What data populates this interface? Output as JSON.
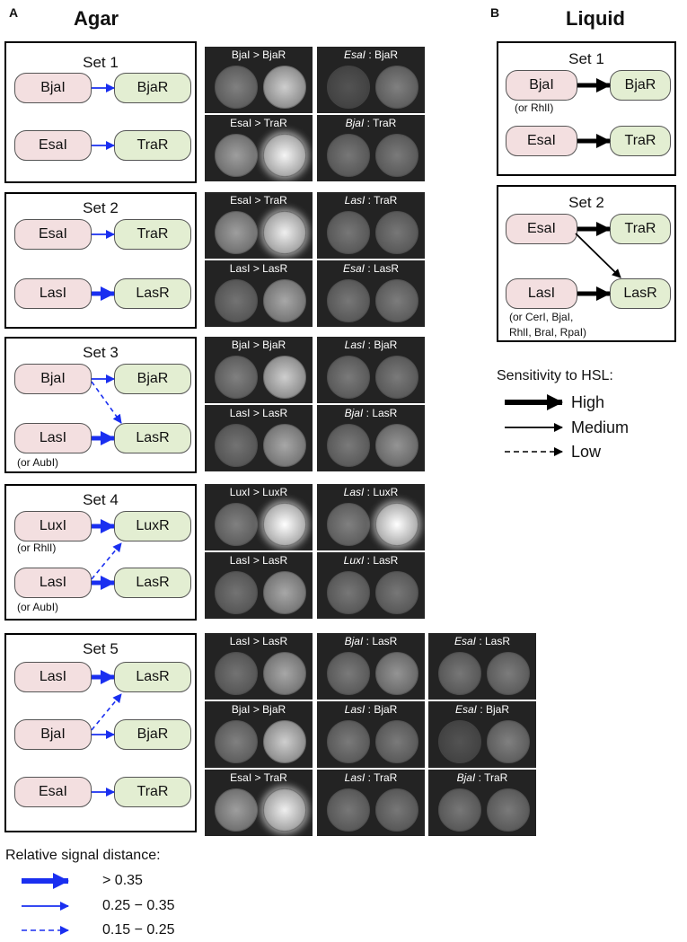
{
  "panels": {
    "a": {
      "letter": "A",
      "title": "Agar"
    },
    "b": {
      "letter": "B",
      "title": "Liquid"
    }
  },
  "sets": [
    {
      "title": "Set 1",
      "nodes": [
        "BjaI",
        "BjaR",
        "EsaI",
        "TraR"
      ],
      "notes": []
    },
    {
      "title": "Set 2",
      "nodes": [
        "EsaI",
        "TraR",
        "LasI",
        "LasR"
      ],
      "notes": []
    },
    {
      "title": "Set 3",
      "nodes": [
        "BjaI",
        "BjaR",
        "LasI",
        "LasR"
      ],
      "notes": [
        "(or AubI)"
      ]
    },
    {
      "title": "Set 4",
      "nodes": [
        "LuxI",
        "LuxR",
        "LasI",
        "LasR"
      ],
      "notes": [
        "(or RhlI)",
        "(or AubI)"
      ]
    },
    {
      "title": "Set 5",
      "nodes": [
        "LasI",
        "LasR",
        "BjaI",
        "BjaR",
        "EsaI",
        "TraR"
      ],
      "notes": []
    }
  ],
  "liquid_sets": [
    {
      "title": "Set 1",
      "nodes": [
        "BjaI",
        "BjaR",
        "EsaI",
        "TraR"
      ],
      "notes": [
        "(or RhlI)"
      ]
    },
    {
      "title": "Set 2",
      "nodes": [
        "EsaI",
        "TraR",
        "LasI",
        "LasR"
      ],
      "notes": [
        "(or CerI, BjaI,",
        "RhlI, BraI, RpaI)"
      ]
    }
  ],
  "tiles": [
    {
      "syn": "BjaI",
      "sep": ">",
      "rec": "BjaR",
      "italic": false,
      "left": 0.35,
      "right": 0.75
    },
    {
      "syn": "EsaI",
      "sep": ":",
      "rec": "BjaR",
      "italic": true,
      "left": 0.12,
      "right": 0.35
    },
    {
      "syn": "EsaI",
      "sep": ">",
      "rec": "TraR",
      "italic": false,
      "left": 0.5,
      "right": 0.95
    },
    {
      "syn": "BjaI",
      "sep": ":",
      "rec": "TraR",
      "italic": true,
      "left": 0.3,
      "right": 0.32
    },
    {
      "syn": "EsaI",
      "sep": ">",
      "rec": "TraR",
      "italic": false,
      "left": 0.5,
      "right": 0.92
    },
    {
      "syn": "LasI",
      "sep": ":",
      "rec": "TraR",
      "italic": true,
      "left": 0.3,
      "right": 0.3
    },
    {
      "syn": "LasI",
      "sep": ">",
      "rec": "LasR",
      "italic": false,
      "left": 0.28,
      "right": 0.55
    },
    {
      "syn": "EsaI",
      "sep": ":",
      "rec": "LasR",
      "italic": true,
      "left": 0.3,
      "right": 0.33
    },
    {
      "syn": "BjaI",
      "sep": ">",
      "rec": "BjaR",
      "italic": false,
      "left": 0.35,
      "right": 0.75
    },
    {
      "syn": "LasI",
      "sep": ":",
      "rec": "BjaR",
      "italic": true,
      "left": 0.32,
      "right": 0.32
    },
    {
      "syn": "LasI",
      "sep": ">",
      "rec": "LasR",
      "italic": false,
      "left": 0.28,
      "right": 0.55
    },
    {
      "syn": "BjaI",
      "sep": ":",
      "rec": "LasR",
      "italic": true,
      "left": 0.32,
      "right": 0.45
    },
    {
      "syn": "LuxI",
      "sep": ">",
      "rec": "LuxR",
      "italic": false,
      "left": 0.35,
      "right": 1.0
    },
    {
      "syn": "LasI",
      "sep": ":",
      "rec": "LuxR",
      "italic": true,
      "left": 0.35,
      "right": 1.0
    },
    {
      "syn": "LasI",
      "sep": ">",
      "rec": "LasR",
      "italic": false,
      "left": 0.28,
      "right": 0.55
    },
    {
      "syn": "LuxI",
      "sep": ":",
      "rec": "LasR",
      "italic": true,
      "left": 0.3,
      "right": 0.3
    },
    {
      "syn": "LasI",
      "sep": ">",
      "rec": "LasR",
      "italic": false,
      "left": 0.28,
      "right": 0.55
    },
    {
      "syn": "BjaI",
      "sep": ":",
      "rec": "LasR",
      "italic": true,
      "left": 0.32,
      "right": 0.45
    },
    {
      "syn": "EsaI",
      "sep": ":",
      "rec": "LasR",
      "italic": true,
      "left": 0.3,
      "right": 0.33
    },
    {
      "syn": "BjaI",
      "sep": ">",
      "rec": "BjaR",
      "italic": false,
      "left": 0.35,
      "right": 0.75
    },
    {
      "syn": "LasI",
      "sep": ":",
      "rec": "BjaR",
      "italic": true,
      "left": 0.32,
      "right": 0.32
    },
    {
      "syn": "EsaI",
      "sep": ":",
      "rec": "BjaR",
      "italic": true,
      "left": 0.12,
      "right": 0.35
    },
    {
      "syn": "EsaI",
      "sep": ">",
      "rec": "TraR",
      "italic": false,
      "left": 0.5,
      "right": 0.92
    },
    {
      "syn": "LasI",
      "sep": ":",
      "rec": "TraR",
      "italic": true,
      "left": 0.3,
      "right": 0.3
    },
    {
      "syn": "BjaI",
      "sep": ":",
      "rec": "TraR",
      "italic": true,
      "left": 0.3,
      "right": 0.32
    }
  ],
  "legend_a": {
    "title": "Relative signal distance:",
    "items": [
      "> 0.35",
      "0.25 − 0.35",
      "0.15 − 0.25"
    ]
  },
  "legend_b": {
    "title": "Sensitivity to HSL:",
    "items": [
      "High",
      "Medium",
      "Low"
    ]
  },
  "colors": {
    "arrow_blue": "#1a2ff0",
    "synthase_fill": "#f3dfe0",
    "receptor_fill": "#e3eed2",
    "tile_bg": "#232323"
  }
}
